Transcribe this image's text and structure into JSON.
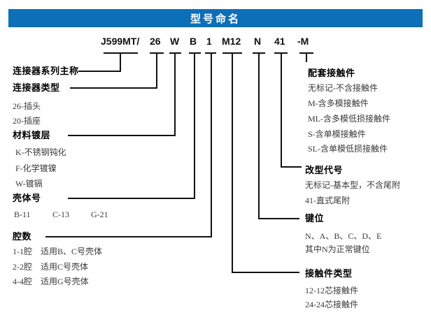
{
  "title_bar": {
    "text": "型号命名"
  },
  "code": {
    "parts": [
      "J599MT/",
      "26",
      "W",
      "B",
      "1",
      "M12",
      "N",
      "41",
      "-M"
    ]
  },
  "left": {
    "series": {
      "label": "连接器系列主称"
    },
    "type": {
      "label": "连接器类型",
      "items": [
        "26-插头",
        "20-插座"
      ]
    },
    "plating": {
      "label": "材料镀层",
      "items": [
        "K-不锈钢钝化",
        "F-化学镀镍",
        "W-镀镉"
      ]
    },
    "shell": {
      "label": "壳体号",
      "items": [
        "B-11",
        "C-13",
        "G-21"
      ]
    },
    "cavity": {
      "label": "腔数",
      "items": [
        "1-1腔　适用B、C号壳体",
        "2-2腔　适用C号壳体",
        "4-4腔　适用G号壳体"
      ]
    }
  },
  "right": {
    "mating": {
      "label": "配套接触件",
      "items": [
        "无标记-不含接触件",
        "M-含多模接触件",
        "ML-含多模低损接触件",
        "S-含单模接触件",
        "SL-含单模低损接触件"
      ]
    },
    "mod": {
      "label": "改型代号",
      "items": [
        "无标记-基本型，不含尾附",
        "41-直式尾附"
      ]
    },
    "key": {
      "label": "键位",
      "items": [
        "N、A、B、C、D、E",
        "其中N为正常键位"
      ]
    },
    "contact_type": {
      "label": "接触件类型",
      "items": [
        "12-12芯接触件",
        "24-24芯接触件"
      ]
    }
  },
  "colors": {
    "header_bg": "#0d6fb8",
    "header_text": "#ffffff",
    "line": "#111111",
    "item_text": "#3a3a3a"
  }
}
